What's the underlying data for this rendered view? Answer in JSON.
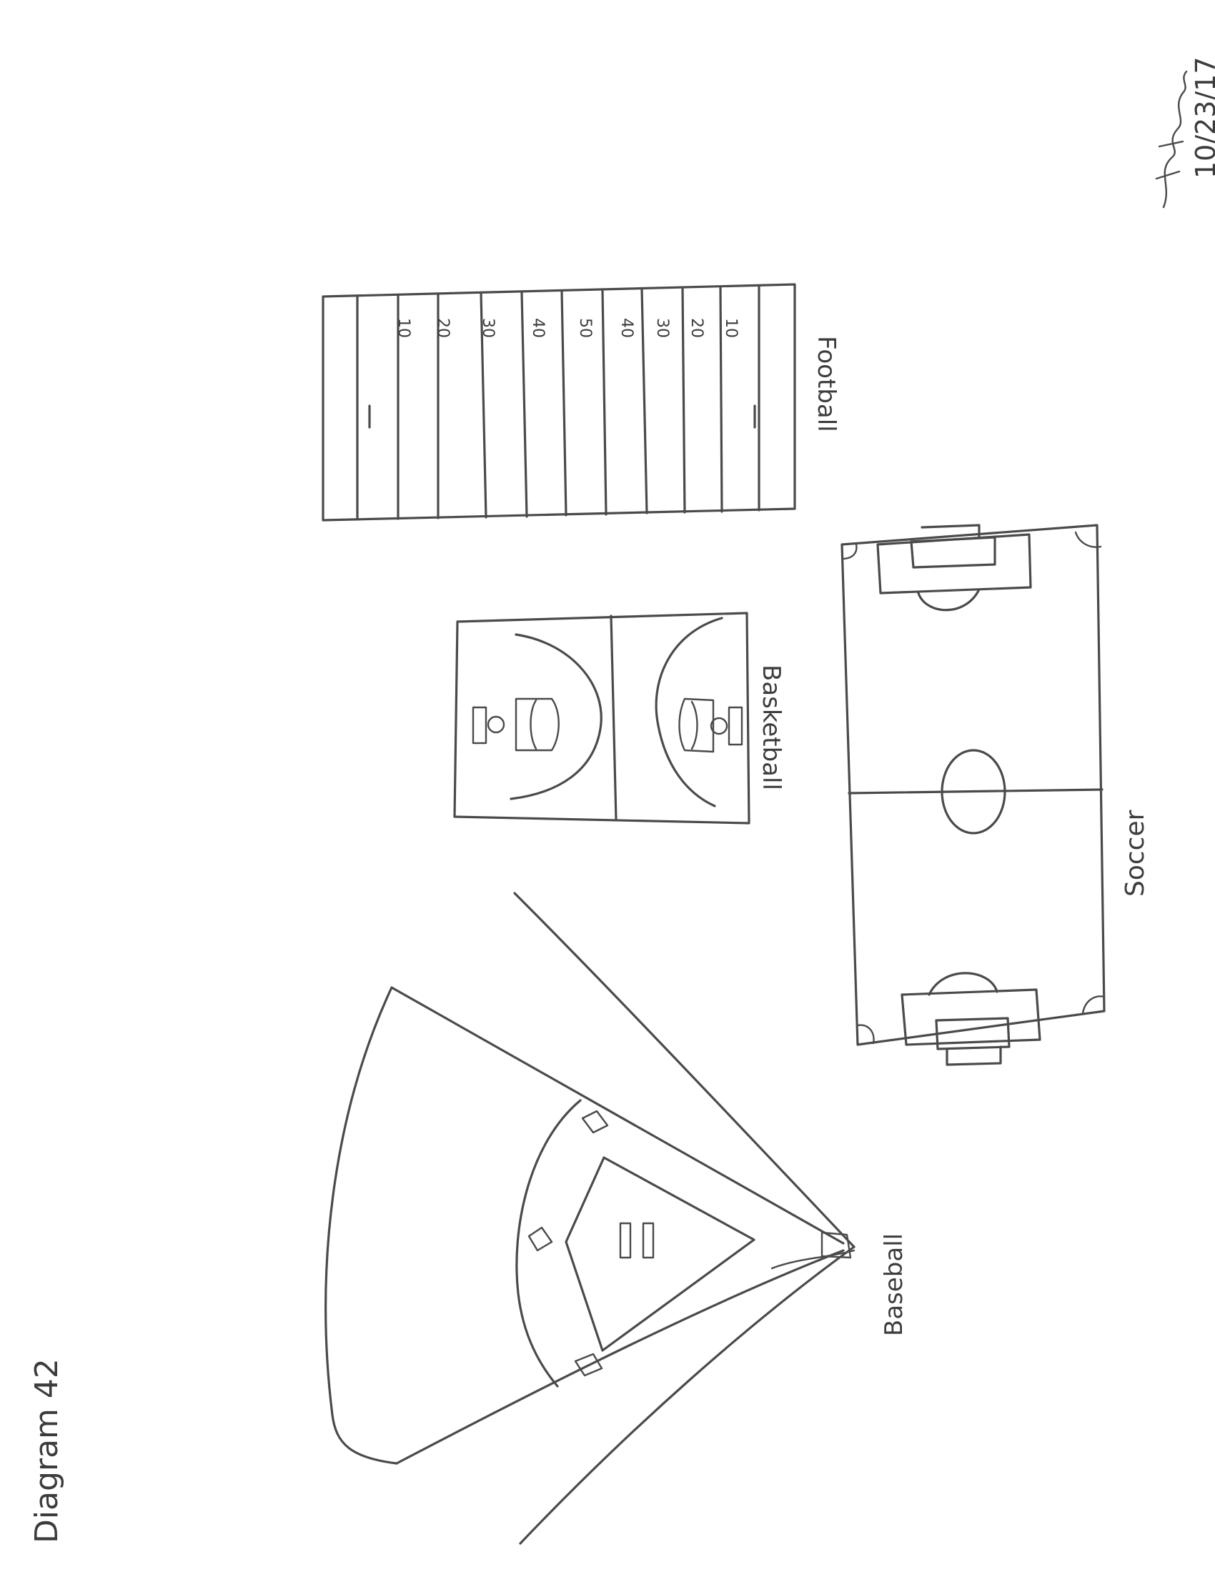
{
  "diagram": {
    "title": "Diagram 42",
    "signature_date": "10/23/17",
    "labels": {
      "football": "Football",
      "basketball": "Basketball",
      "soccer": "Soccer",
      "baseball": "Baseball"
    },
    "football_yard_numbers": [
      "10",
      "20",
      "30",
      "40",
      "50",
      "40",
      "30",
      "20",
      "10"
    ]
  }
}
